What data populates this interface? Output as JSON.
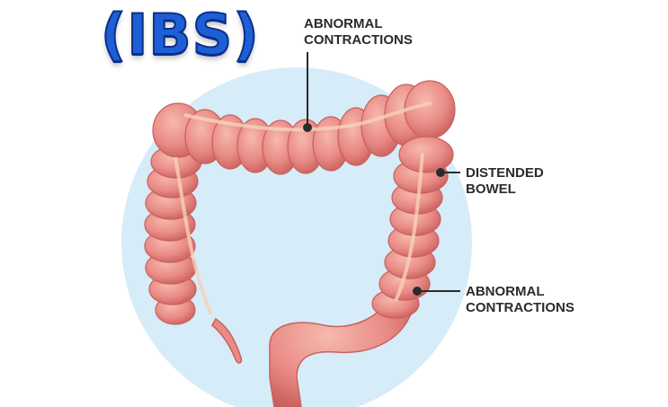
{
  "title": "(IBS)",
  "labels": {
    "top_contractions": {
      "line1": "ABNORMAL",
      "line2": "CONTRACTIONS"
    },
    "distended_bowel": {
      "line1": "DISTENDED",
      "line2": "BOWEL"
    },
    "side_contractions": {
      "line1": "ABNORMAL",
      "line2": "CONTRACTIONS"
    }
  },
  "colors": {
    "background_circle": "#d6ecf8",
    "bowel": "#e98b86",
    "bowel_dark": "#c9605d",
    "bowel_light": "#f6b3a8",
    "title": "#1f5fd6",
    "callout_text": "#2b2b2b"
  }
}
